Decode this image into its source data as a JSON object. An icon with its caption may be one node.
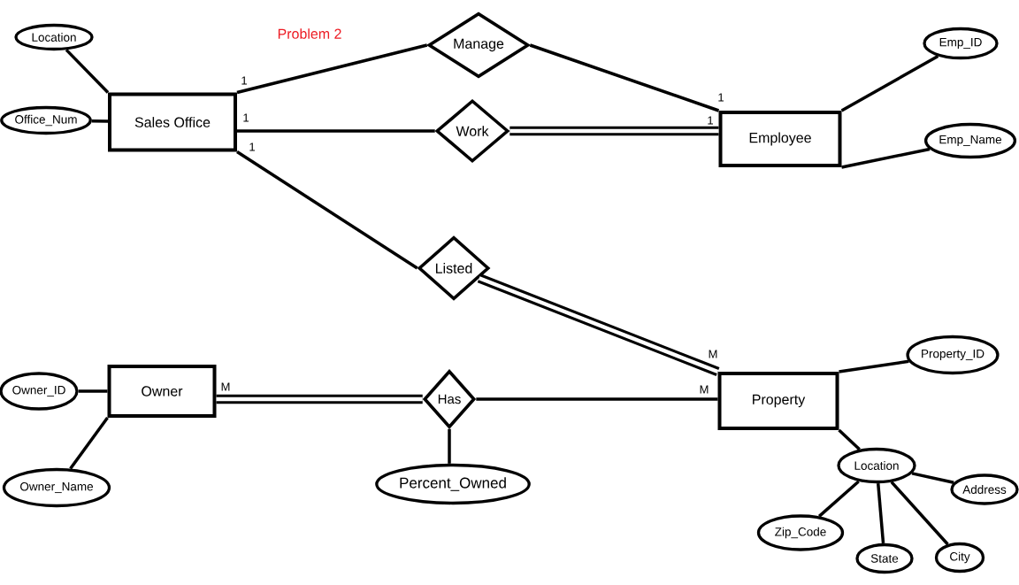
{
  "diagram": {
    "title": "Problem 2",
    "nodes": [
      {
        "text": [
          "Location"
        ]
      },
      {
        "text": [
          "Office_Num"
        ]
      },
      {
        "text": [
          "Sales Office"
        ]
      },
      {
        "text": [
          "Manage"
        ]
      },
      {
        "text": [
          "Work"
        ]
      },
      {
        "text": [
          "Employee"
        ]
      },
      {
        "text": [
          "Emp_ID"
        ]
      },
      {
        "text": [
          "Emp_Name"
        ]
      },
      {
        "text": [
          "Listed"
        ]
      },
      {
        "text": [
          "Owner"
        ]
      },
      {
        "text": [
          "Owner_ID"
        ]
      },
      {
        "text": [
          "Owner_Name"
        ]
      },
      {
        "text": [
          "Has"
        ]
      },
      {
        "text": [
          "Percent_Owned"
        ]
      },
      {
        "text": [
          "Property"
        ]
      },
      {
        "text": [
          "Property_ID"
        ]
      },
      {
        "text": [
          "Location"
        ]
      },
      {
        "text": [
          "Address"
        ]
      },
      {
        "text": [
          "Zip_Code"
        ]
      },
      {
        "text": [
          "State"
        ]
      },
      {
        "text": [
          "City"
        ]
      }
    ],
    "edges": [
      {
        "from": 0,
        "to": 2,
        "arrow": "none"
      },
      {
        "from": 1,
        "to": 2,
        "arrow": "none"
      },
      {
        "from": 2,
        "to": 3,
        "arrow": "none"
      },
      {
        "from": 3,
        "to": 5,
        "arrow": "none"
      },
      {
        "from": 2,
        "to": 4,
        "arrow": "none"
      },
      {
        "from": 4,
        "to": 5,
        "arrow": "none",
        "style": "thick"
      },
      {
        "from": 5,
        "to": 6,
        "arrow": "none"
      },
      {
        "from": 5,
        "to": 7,
        "arrow": "none"
      },
      {
        "from": 2,
        "to": 8,
        "arrow": "none"
      },
      {
        "from": 8,
        "to": 14,
        "arrow": "none",
        "style": "thick"
      },
      {
        "from": 10,
        "to": 9,
        "arrow": "none"
      },
      {
        "from": 11,
        "to": 9,
        "arrow": "none"
      },
      {
        "from": 9,
        "to": 12,
        "arrow": "none",
        "style": "thick"
      },
      {
        "from": 12,
        "to": 14,
        "arrow": "none"
      },
      {
        "from": 12,
        "to": 13,
        "arrow": "none"
      },
      {
        "from": 14,
        "to": 15,
        "arrow": "none"
      },
      {
        "from": 14,
        "to": 16,
        "arrow": "none"
      },
      {
        "from": 16,
        "to": 17,
        "arrow": "none"
      },
      {
        "from": 16,
        "to": 18,
        "arrow": "none"
      },
      {
        "from": 16,
        "to": 19,
        "arrow": "none"
      },
      {
        "from": 16,
        "to": 20,
        "arrow": "none"
      }
    ],
    "labels": [
      "1",
      "1",
      "1",
      "1",
      "1",
      "M",
      "M",
      "M"
    ]
  }
}
